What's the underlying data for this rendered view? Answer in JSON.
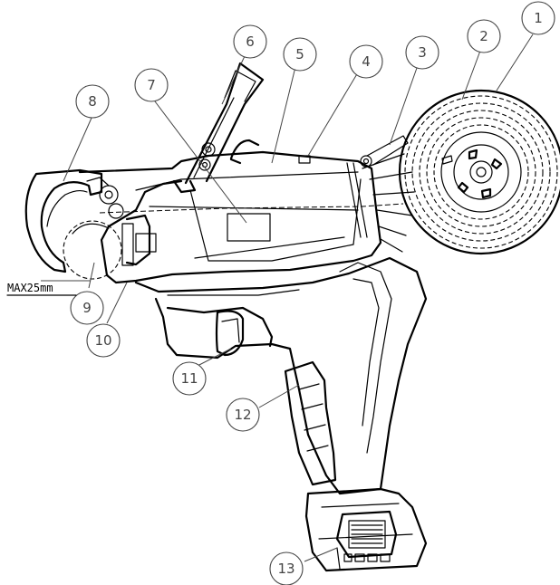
{
  "callouts": [
    "1",
    "2",
    "3",
    "4",
    "5",
    "6",
    "7",
    "8",
    "9",
    "10",
    "11",
    "12",
    "13"
  ],
  "max_label": "MAX25mm"
}
